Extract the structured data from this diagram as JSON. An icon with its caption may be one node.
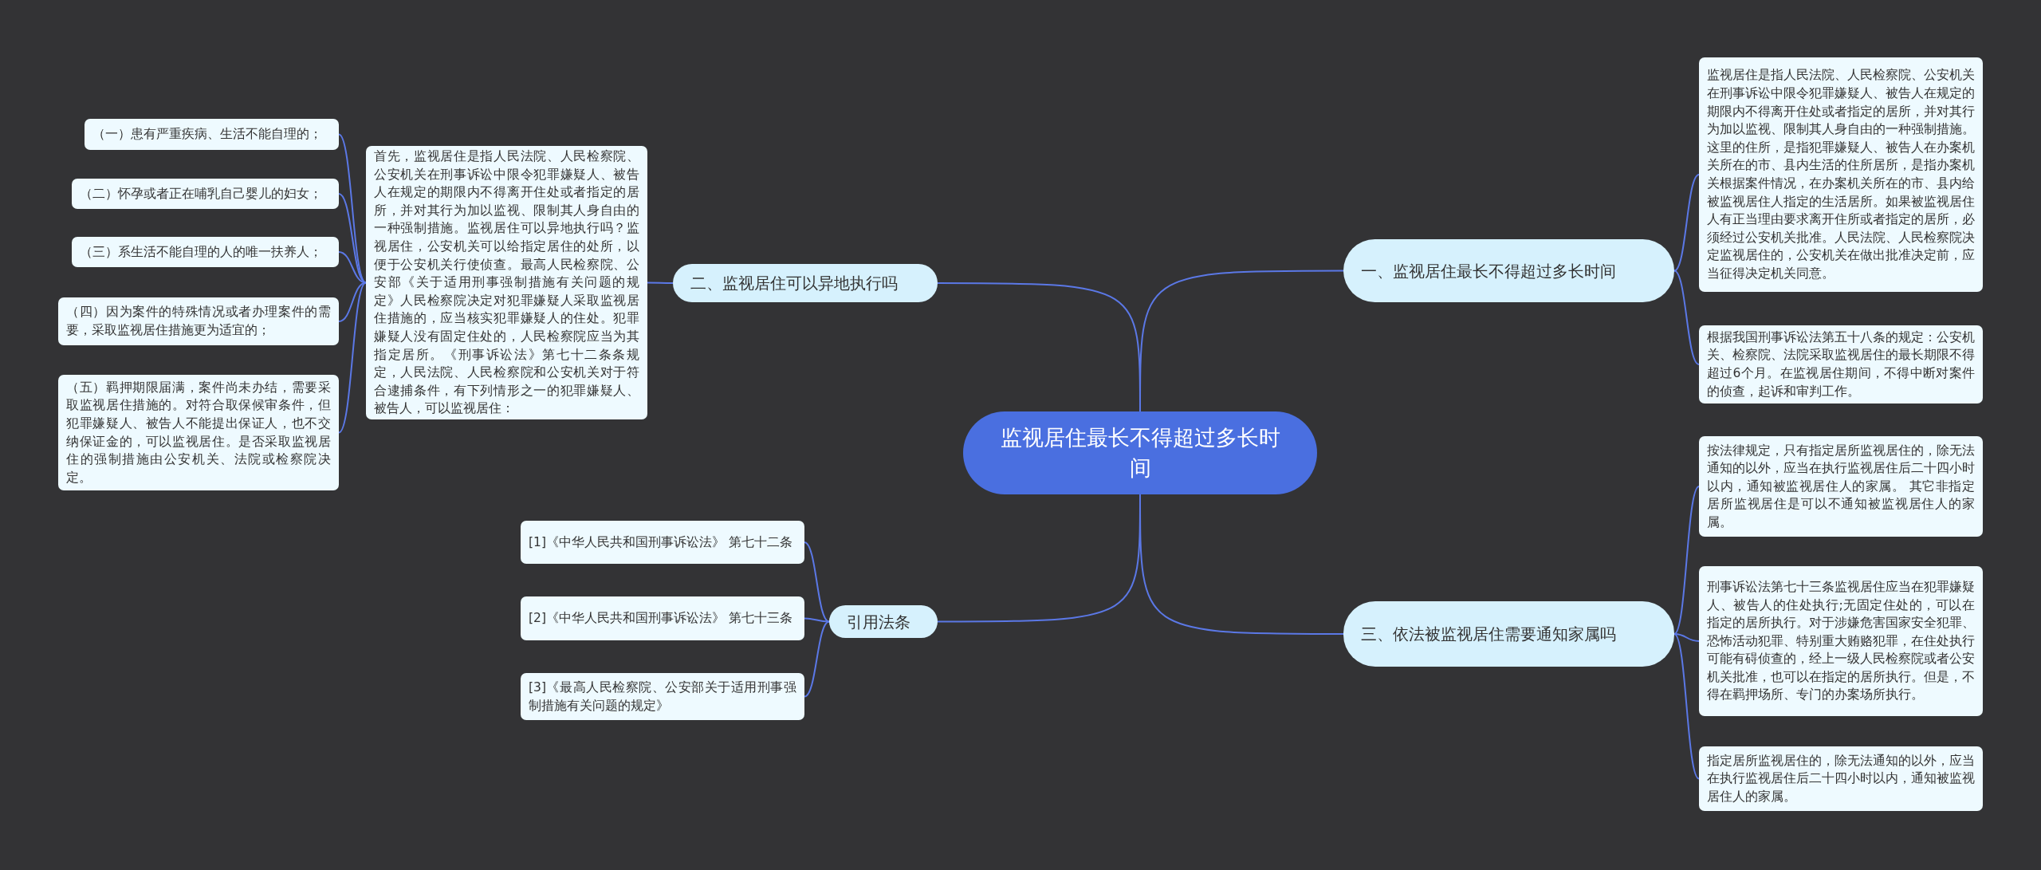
{
  "diagram": {
    "nodes": [
      {
        "text": [
          "监视居住最长不得超过多长时间"
        ]
      },
      {
        "text": [
          "一、监视居住最长不得超过多长时间"
        ]
      },
      {
        "text": [
          "监视居住是指人民法院、人民检察院、公安机关在刑事诉讼中限令犯罪嫌疑人、被告人在规定的期限内不得离开住处或者指定的居所，并对其行为加以监视、限制其人身自由的一种强制措施。这里的住所，是指犯罪嫌疑人、被告人在办案机关所在的市、县内生活的住所居所，是指办案机关根据案件情况，在办案机关所在的市、县内给被监视居住人指定的生活居所。如果被监视居住人有正当理由要求离开住所或者指定的居所，必须经过公安机关批准。人民法院、人民检察院决定监视居住的，公安机关在做出批准决定前，应当征得决定机关同意。"
        ]
      },
      {
        "text": [
          "根据我国刑事诉讼法第五十八条的规定：公安机关、检察院、法院采取监视居住的最长期限不得超过6个月。在监视居住期间，不得中断对案件的侦查，起诉和审判工作。"
        ]
      },
      {
        "text": [
          "二、监视居住可以异地执行吗"
        ]
      },
      {
        "text": [
          "首先，监视居住是指人民法院、人民检察院、公安机关在刑事诉讼中限令犯罪嫌疑人、被告人在规定的期限内不得离开住处或者指定的居所，并对其行为加以监视、限制其人身自由的一种强制措施。监视居住可以异地执行吗？监视居住，公安机关可以给指定居住的处所，以便于公安机关行使侦查。最高人民检察院、公安部《关于适用刑事强制措施有关问题的规定》人民检察院决定对犯罪嫌疑人采取监视居住措施的，应当核实犯罪嫌疑人的住处。犯罪嫌疑人没有固定住处的，人民检察院应当为其指定居所。《刑事诉讼法》第七十二条条规定，人民法院、人民检察院和公安机关对于符合逮捕条件，有下列情形之一的犯罪嫌疑人、被告人，可以监视居住："
        ]
      },
      {
        "text": [
          "（一）患有严重疾病、生活不能自理的；"
        ]
      },
      {
        "text": [
          "（二）怀孕或者正在哺乳自己婴儿的妇女；"
        ]
      },
      {
        "text": [
          "（三）系生活不能自理的人的唯一扶养人；"
        ]
      },
      {
        "text": [
          "（四）因为案件的特殊情况或者办理案件的需要，采取监视居住措施更为适宜的；"
        ]
      },
      {
        "text": [
          "（五）羁押期限届满，案件尚未办结，需要采取监视居住措施的。对符合取保候审条件，但犯罪嫌疑人、被告人不能提出保证人，也不交纳保证金的，可以监视居住。是否采取监视居住的强制措施由公安机关、法院或检察院决定。"
        ]
      },
      {
        "text": [
          "三、依法被监视居住需要通知家属吗"
        ]
      },
      {
        "text": [
          "按法律规定，只有指定居所监视居住的，除无法通知的以外，应当在执行监视居住后二十四小时以内，通知被监视居住人的家属。 其它非指定居所监视居住是可以不通知被监视居住人的家属。"
        ]
      },
      {
        "text": [
          "刑事诉讼法第七十三条监视居住应当在犯罪嫌疑人、被告人的住处执行;无固定住处的，可以在指定的居所执行。对于涉嫌危害国家安全犯罪、恐怖活动犯罪、特别重大贿赂犯罪，在住处执行可能有碍侦查的，经上一级人民检察院或者公安机关批准，也可以在指定的居所执行。但是，不得在羁押场所、专门的办案场所执行。"
        ]
      },
      {
        "text": [
          "指定居所监视居住的，除无法通知的以外，应当在执行监视居住后二十四小时以内，通知被监视居住人的家属。"
        ]
      },
      {
        "text": [
          "引用法条"
        ]
      },
      {
        "text": [
          "[1]《中华人民共和国刑事诉讼法》 第七十二条"
        ]
      },
      {
        "text": [
          "[2]《中华人民共和国刑事诉讼法》 第七十三条"
        ]
      },
      {
        "text": [
          "[3]《最高人民检察院、公安部关于适用刑事强制措施有关问题的规定》"
        ]
      }
    ],
    "edges": [
      {
        "from": 0,
        "to": 1,
        "arrow": "none"
      },
      {
        "from": 1,
        "to": 2,
        "arrow": "none"
      },
      {
        "from": 1,
        "to": 3,
        "arrow": "none"
      },
      {
        "from": 0,
        "to": 4,
        "arrow": "none"
      },
      {
        "from": 4,
        "to": 5,
        "arrow": "none"
      },
      {
        "from": 5,
        "to": 6,
        "arrow": "none"
      },
      {
        "from": 5,
        "to": 7,
        "arrow": "none"
      },
      {
        "from": 5,
        "to": 8,
        "arrow": "none"
      },
      {
        "from": 5,
        "to": 9,
        "arrow": "none"
      },
      {
        "from": 5,
        "to": 10,
        "arrow": "none"
      },
      {
        "from": 0,
        "to": 11,
        "arrow": "none"
      },
      {
        "from": 11,
        "to": 12,
        "arrow": "none"
      },
      {
        "from": 11,
        "to": 13,
        "arrow": "none"
      },
      {
        "from": 11,
        "to": 14,
        "arrow": "none"
      },
      {
        "from": 0,
        "to": 15,
        "arrow": "none"
      },
      {
        "from": 15,
        "to": 16,
        "arrow": "none"
      },
      {
        "from": 15,
        "to": 17,
        "arrow": "none"
      },
      {
        "from": 15,
        "to": 18,
        "arrow": "none"
      }
    ]
  }
}
